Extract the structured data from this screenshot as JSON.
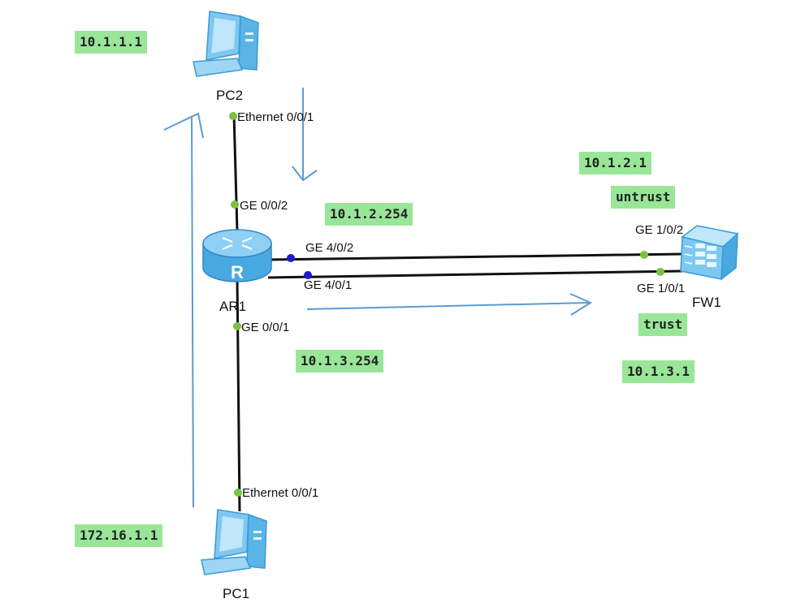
{
  "nodes": {
    "pc2": "PC2",
    "pc1": "PC1",
    "ar1": "AR1",
    "fw1": "FW1"
  },
  "ports": {
    "pc2_eth": "Ethernet 0/0/1",
    "ar1_ge002": "GE 0/0/2",
    "ar1_ge402": "GE 4/0/2",
    "ar1_ge401": "GE 4/0/1",
    "ar1_ge001": "GE 0/0/1",
    "pc1_eth": "Ethernet 0/0/1",
    "fw1_ge102": "GE 1/0/2",
    "fw1_ge101": "GE 1/0/1"
  },
  "addresses": {
    "pc2_ip": "10.1.1.1",
    "fw_untrust_ip": "10.1.2.1",
    "ar1_top_ip": "10.1.2.254",
    "ar1_bottom_ip": "10.1.3.254",
    "fw_trust_ip": "10.1.3.1",
    "pc1_ip": "172.16.1.1"
  },
  "zones": {
    "untrust": "untrust",
    "trust": "trust"
  },
  "colors": {
    "highlight": "#99e699",
    "arrow": "#5b9bd5",
    "port_green": "#7cc142",
    "port_blue": "#1a1acc",
    "link": "#111111",
    "device": "#5ab4e6"
  }
}
